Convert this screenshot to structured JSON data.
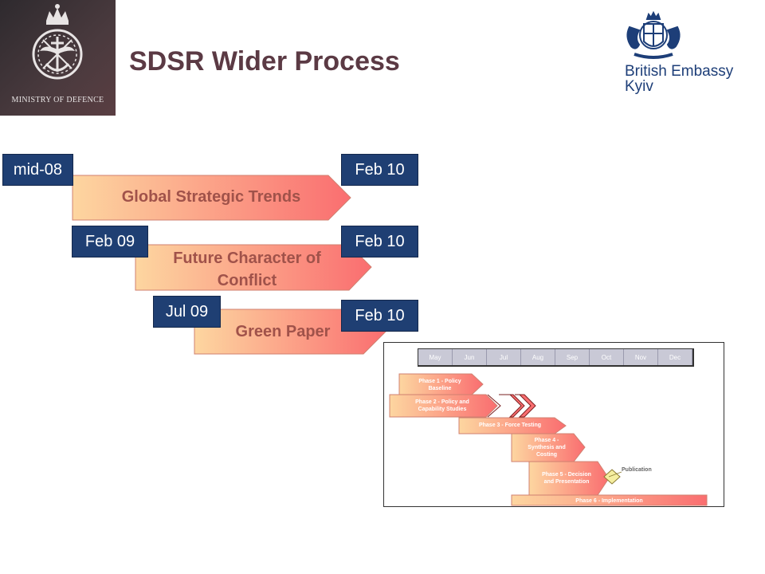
{
  "header": {
    "title": "SDSR Wider Process",
    "mod_label": "MINISTRY OF DEFENCE",
    "embassy_line1": "British Embassy",
    "embassy_line2": "Kyiv"
  },
  "workstreams": [
    {
      "label": "Global Strategic Trends",
      "start": "mid-08",
      "end": "Feb 10"
    },
    {
      "label_line1": "Future Character of",
      "label_line2": "Conflict",
      "start": "Feb 09",
      "end": "Feb 10"
    },
    {
      "label": "Green Paper",
      "start": "Jul 09",
      "end": "Feb 10"
    }
  ],
  "gantt": {
    "months": [
      "May",
      "Jun",
      "Jul",
      "Aug",
      "Sep",
      "Oct",
      "Nov",
      "Dec"
    ],
    "phases": [
      {
        "line1": "Phase 1 - Policy",
        "line2": "Baseline"
      },
      {
        "line1": "Phase 2 - Policy and",
        "line2": "Capability Studies"
      },
      {
        "line1": "Phase 3 - Force Testing"
      },
      {
        "line1": "Phase 4 -",
        "line2": "Synthesis and",
        "line3": "Costing"
      },
      {
        "line1": "Phase 5 - Decision",
        "line2": "and Presentation"
      },
      {
        "line1": "Phase 6 - Implementation"
      }
    ],
    "milestone": "Publication"
  },
  "colors": {
    "title": "#5b3a44",
    "date_box": "#1f3f73",
    "arrow_start": "#fdd6a0",
    "arrow_end": "#fa6e70",
    "embassy_blue": "#1d3e78"
  }
}
